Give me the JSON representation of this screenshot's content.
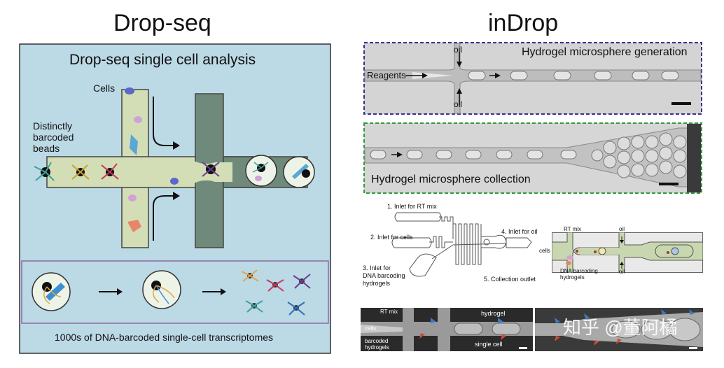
{
  "left": {
    "heading": "Drop-seq",
    "panel_title": "Drop-seq single cell analysis",
    "cells_label": "Cells",
    "beads_label_lines": [
      "Distinctly",
      "barcoded",
      "beads"
    ],
    "footer": "1000s of DNA-barcoded single-cell transcriptomes"
  },
  "right": {
    "heading": "inDrop",
    "gen": {
      "oil_top": "oil",
      "oil_bottom": "oil",
      "reagents": "Reagents",
      "title": "Hydrogel microsphere generation"
    },
    "collection": {
      "title": "Hydrogel microsphere collection"
    },
    "chip": {
      "label1": "1. Inlet for RT mix",
      "label2": "2. Inlet for cells",
      "label3_lines": [
        "3. Inlet for",
        "DNA barcoding",
        "hydrogels"
      ],
      "label4": "4. Inlet for oil",
      "label5": "5. Collection outlet"
    },
    "schematic": {
      "rt_mix": "RT mix",
      "oil_top": "oil",
      "oil_bottom": "oil",
      "cells": "cells",
      "hydrogel_lines": [
        "DNA barcoding",
        "hydrogels"
      ]
    },
    "photo_left": {
      "rt_mix": "RT mix",
      "cells": "cells",
      "barcoded_lines": [
        "barcoded",
        "hydrogels"
      ],
      "hydrogel": "hydrogel",
      "single_cell": "single cell"
    },
    "photo_right": {
      "watermark": "知乎 @董阿橘"
    }
  },
  "colors": {
    "panel_blue": "#bcd9e6",
    "channel_green": "#d3deb6",
    "channel_dark": "#6f8a7a",
    "gen_border": "#3b2f8f",
    "collection_border": "#2f9a3c",
    "flow_panel_border": "#8a6aa0"
  }
}
